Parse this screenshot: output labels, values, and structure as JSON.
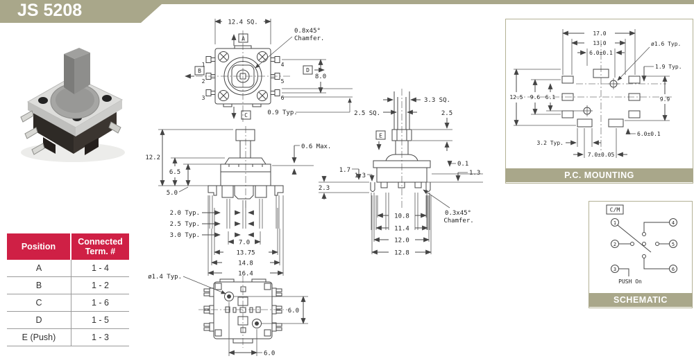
{
  "page": {
    "title": "JS 5208"
  },
  "table": {
    "header_position": "Position",
    "header_connected_line1": "Connected",
    "header_connected_line2": "Term. #",
    "rows": [
      {
        "position": "A",
        "terminals": "1 - 4"
      },
      {
        "position": "B",
        "terminals": "1 - 2"
      },
      {
        "position": "C",
        "terminals": "1 - 6"
      },
      {
        "position": "D",
        "terminals": "1 - 5"
      },
      {
        "position": "E (Push)",
        "terminals": "1 - 3"
      }
    ]
  },
  "top_view": {
    "size": "12.4 SQ.",
    "chamfer_line1": "0.8x45°",
    "chamfer_line2": "Chamfer.",
    "pin_span": "8.0",
    "pitch": "0.9 Typ.",
    "dir_a": "A",
    "dir_b": "B",
    "dir_c": "C",
    "dir_d": "D",
    "pins": [
      "1",
      "2",
      "3",
      "4",
      "5",
      "6"
    ]
  },
  "front_view": {
    "height": "12.2",
    "body_height": "6.5",
    "base_height": "5.0",
    "gap": "0.6 Max.",
    "pin1": "2.0 Typ.",
    "pin2": "2.5 Typ.",
    "pin3": "3.0 Typ.",
    "pin_span": "7.0",
    "w1": "13.75",
    "w2": "14.8",
    "w3": "16.4"
  },
  "side_view": {
    "stem_sq": "3.3 SQ.",
    "shaft_sq": "2.5 SQ.",
    "cap": "2.5",
    "dir_e": "E",
    "d1": "1.7",
    "d2": "1.3",
    "d3": "0.1",
    "d4": "1.3",
    "d5": "2.3",
    "w1": "10.8",
    "w2": "11.4",
    "w3": "12.0",
    "w4": "12.8",
    "chamfer_line1": "0.3x45°",
    "chamfer_line2": "Chamfer."
  },
  "bottom_view": {
    "boss": "ø1.4 Typ.",
    "v": "6.0",
    "h": "6.0"
  },
  "pc_mounting": {
    "banner": "P.C. MOUNTING",
    "w1": "17.0",
    "w2": "13.0",
    "w3": "6.0±0.1",
    "hole": "ø1.6 Typ.",
    "offset": "1.9 Typ.",
    "h1": "12.5",
    "h2": "9.6",
    "h3": "6.1",
    "h4": "9.9",
    "pad": "3.2 Typ.",
    "pitch": "7.0±0.05",
    "h5": "6.0±0.1"
  },
  "schematic": {
    "banner": "SCHEMATIC",
    "common": "C/M",
    "terminals": [
      "1",
      "2",
      "3",
      "4",
      "5",
      "6"
    ],
    "note": "PUSH On"
  },
  "colors": {
    "accent_olive": "#a9a78a",
    "accent_red": "#cf2045",
    "line": "#444444"
  }
}
